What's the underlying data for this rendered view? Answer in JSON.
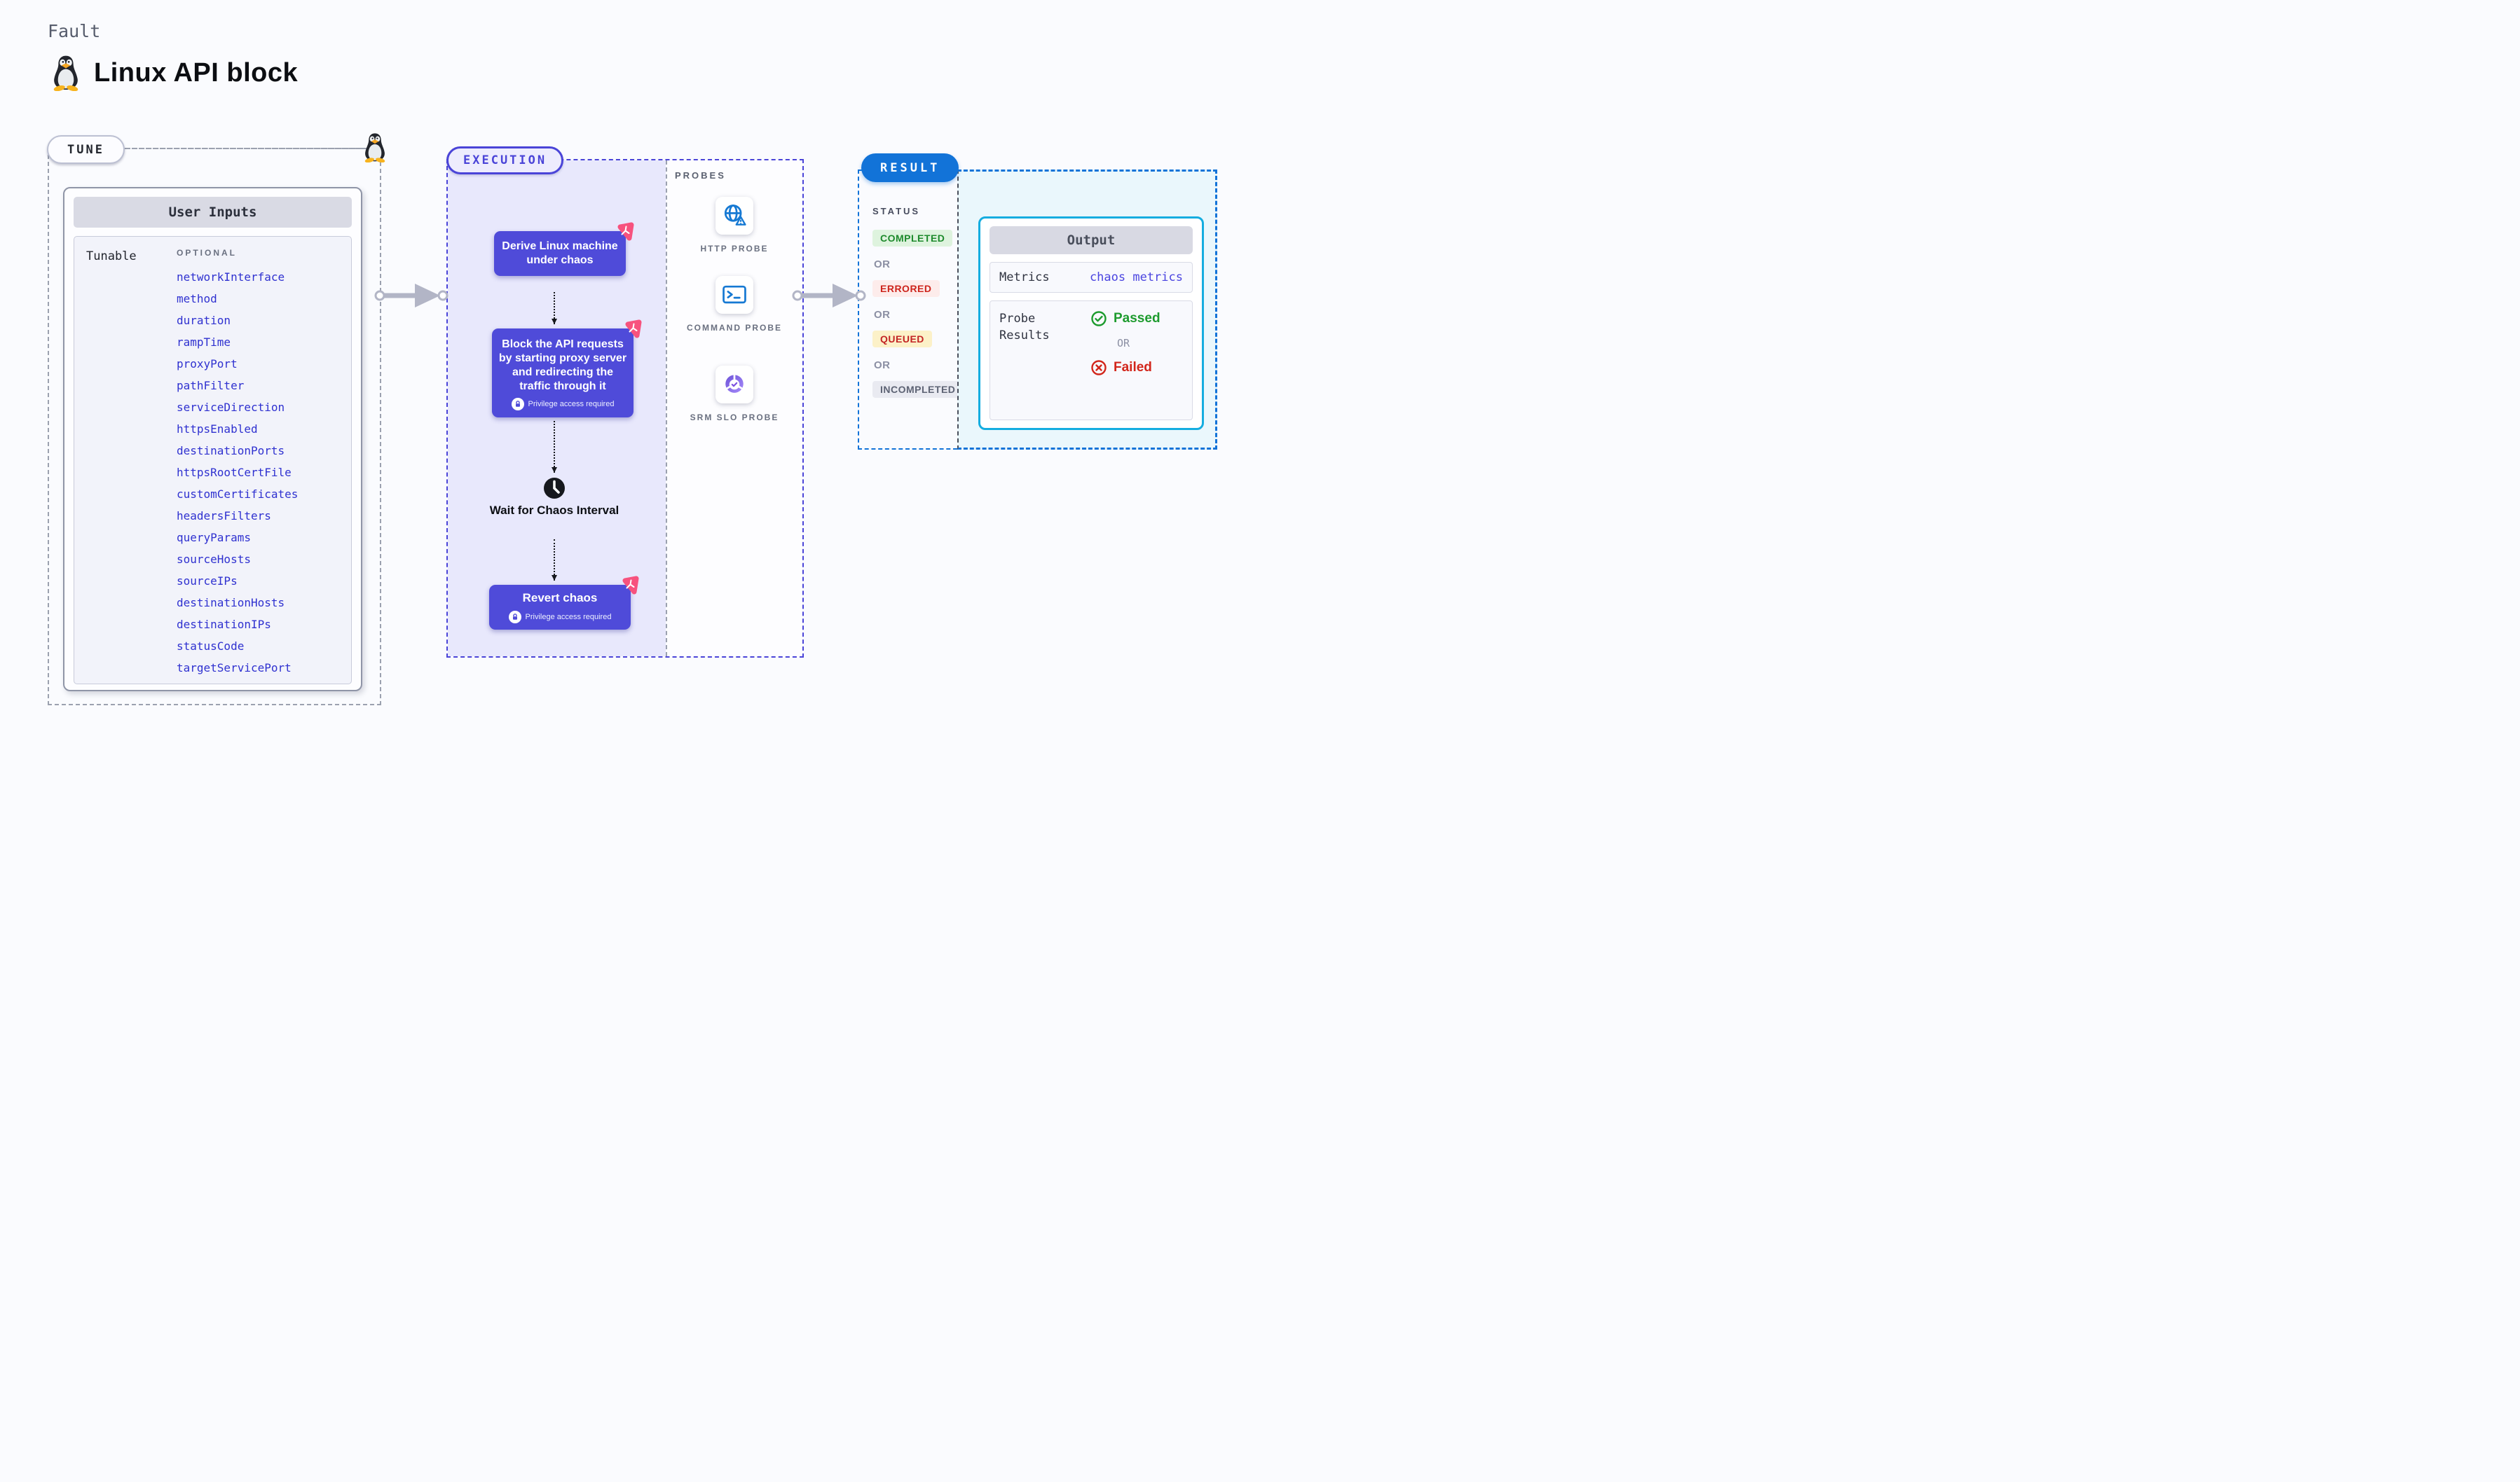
{
  "page": {
    "fault_label": "Fault",
    "title": "Linux API block"
  },
  "tune": {
    "badge": "TUNE",
    "user_inputs": {
      "header": "User Inputs",
      "row_label": "Tunable",
      "row_tag": "OPTIONAL",
      "params": [
        "networkInterface",
        "method",
        "duration",
        "rampTime",
        "proxyPort",
        "pathFilter",
        "serviceDirection",
        "httpsEnabled",
        "destinationPorts",
        "httpsRootCertFile",
        "customCertificates",
        "headersFilters",
        "queryParams",
        "sourceHosts",
        "sourceIPs",
        "destinationHosts",
        "destinationIPs",
        "statusCode",
        "targetServicePort"
      ]
    }
  },
  "execution": {
    "badge": "EXECUTION",
    "steps": {
      "derive": "Derive Linux machine under chaos",
      "block": "Block the API requests by starting proxy server and redirecting the traffic through it",
      "privilege_note": "Privilege access required",
      "wait": "Wait for Chaos Interval",
      "revert": "Revert chaos"
    }
  },
  "probes": {
    "label": "PROBES",
    "items": [
      {
        "label": "HTTP PROBE",
        "icon": "globe-warning-icon"
      },
      {
        "label": "COMMAND PROBE",
        "icon": "terminal-icon"
      },
      {
        "label": "SRM SLO PROBE",
        "icon": "slo-donut-check-icon"
      }
    ]
  },
  "result": {
    "badge": "RESULT",
    "status_label": "STATUS",
    "status_sequence": [
      {
        "label": "COMPLETED",
        "type": "completed"
      },
      {
        "label": "OR",
        "type": "or"
      },
      {
        "label": "ERRORED",
        "type": "errored"
      },
      {
        "label": "OR",
        "type": "or"
      },
      {
        "label": "QUEUED",
        "type": "queued"
      },
      {
        "label": "OR",
        "type": "or"
      },
      {
        "label": "INCOMPLETED",
        "type": "incompleted"
      }
    ],
    "output": {
      "header": "Output",
      "metrics_label": "Metrics",
      "metrics_value": "chaos metrics",
      "probe_results_label": "Probe Results",
      "passed": "Passed",
      "or": "OR",
      "failed": "Failed"
    }
  },
  "colors": {
    "page_bg": "#fafbfe",
    "step_purple": "#4f4bd9",
    "execution_lavender": "#e8e8fc",
    "execution_border": "#4a44d8",
    "tune_border_gray": "#9ba1af",
    "param_blue": "#2f31d0",
    "result_blue": "#1273d8",
    "output_cyan_border": "#14ade0",
    "output_cyan_bg": "#eaf7fc",
    "chaos_pink": "#f7527e",
    "probe_icon_blue": "#1679d3",
    "completed_green": "#1d8a2c",
    "errored_red": "#cd241c",
    "queued_amber_bg": "#fcf1c8",
    "passed_green": "#1d9b2e",
    "failed_red": "#d2261b"
  }
}
